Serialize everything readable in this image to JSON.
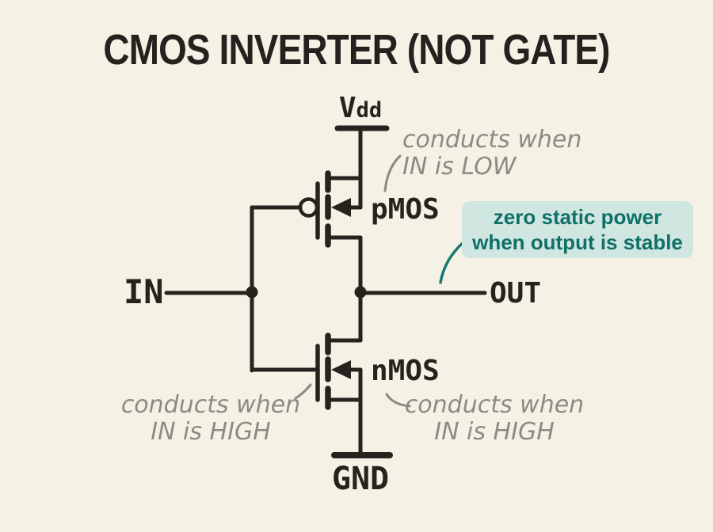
{
  "title": "CMOS INVERTER (NOT GATE)",
  "colors": {
    "background": "#f5f1e4",
    "ink": "#26231f",
    "annotation_gray": "#8b8b85",
    "callout_text": "#107068",
    "callout_background": "#cfe7e0",
    "connector_teal": "#157a72"
  },
  "labels": {
    "vdd_main": "V",
    "vdd_sub": "dd",
    "gnd": "GND",
    "input": "IN",
    "output": "OUT",
    "pmos": "pMOS",
    "nmos": "nMOS"
  },
  "annotations": {
    "pmos_note": {
      "line1": "conducts when",
      "line2": "IN is LOW"
    },
    "nmos_note_left": {
      "line1": "conducts when",
      "line2": "IN is HIGH"
    },
    "nmos_note_right": {
      "line1": "conducts when",
      "line2": "IN is HIGH"
    }
  },
  "callout": {
    "line1": "zero static power",
    "line2": "when output is stable"
  }
}
